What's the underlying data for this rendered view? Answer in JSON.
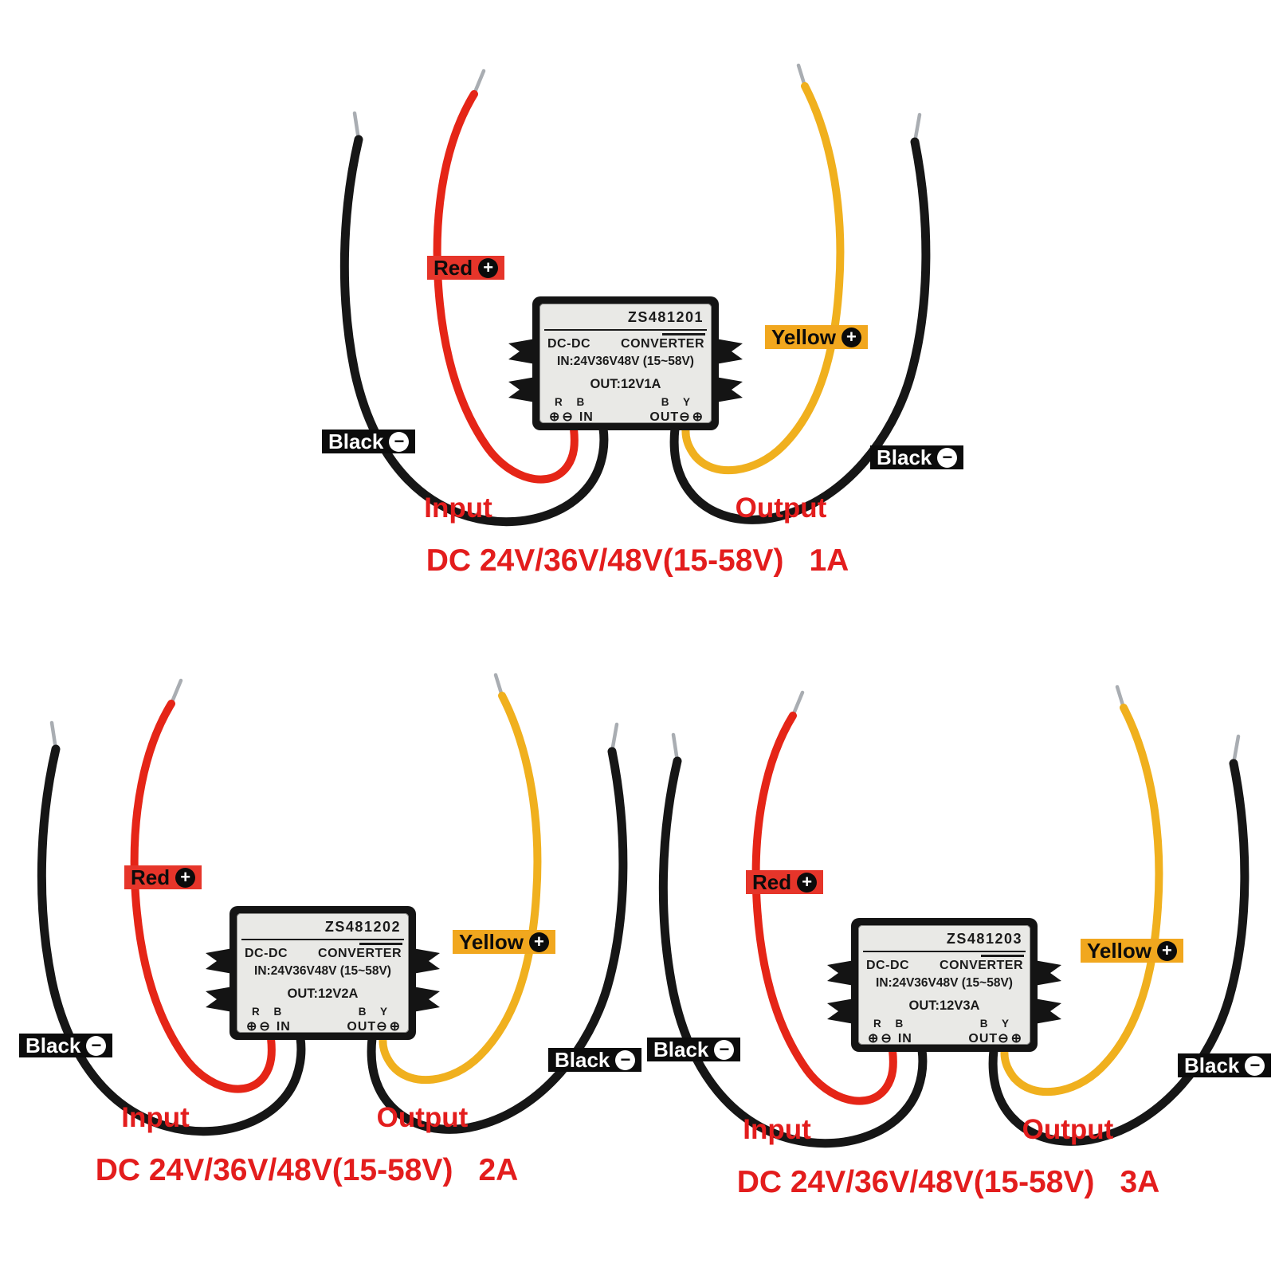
{
  "colors": {
    "wire_red": "#e52517",
    "wire_yellow": "#f0b01e",
    "wire_black": "#161616",
    "wire_tip_silver": "#a9adb2",
    "label_red_bg": "#e6352a",
    "label_yellow_bg": "#f1a71e",
    "label_black_bg": "#0c0c0c",
    "caption_red": "#e31d1d",
    "sticker_bg": "#e9e9e6",
    "module_body": "#141414"
  },
  "icons": {
    "plus": "+",
    "minus": "−"
  },
  "units": [
    {
      "model": "ZS481201",
      "type_left": "DC-DC",
      "type_right": "CONVERTER",
      "in_spec": "IN:24V36V48V (15~58V)",
      "out_spec": "OUT:12V1A",
      "in_letters": "R B",
      "in_symbols": "⊕⊖",
      "in_label": "IN",
      "out_letters": "B Y",
      "out_label": "OUT",
      "out_symbols": "⊖⊕",
      "red_label": "Red",
      "yellow_label": "Yellow",
      "black_label": "Black",
      "input_caption": "Input",
      "output_caption": "Output",
      "spec_caption": "DC 24V/36V/48V(15-58V)",
      "current_caption": "1A"
    },
    {
      "model": "ZS481202",
      "type_left": "DC-DC",
      "type_right": "CONVERTER",
      "in_spec": "IN:24V36V48V (15~58V)",
      "out_spec": "OUT:12V2A",
      "in_letters": "R B",
      "in_symbols": "⊕⊖",
      "in_label": "IN",
      "out_letters": "B Y",
      "out_label": "OUT",
      "out_symbols": "⊖⊕",
      "red_label": "Red",
      "yellow_label": "Yellow",
      "black_label": "Black",
      "input_caption": "Input",
      "output_caption": "Output",
      "spec_caption": "DC 24V/36V/48V(15-58V)",
      "current_caption": "2A"
    },
    {
      "model": "ZS481203",
      "type_left": "DC-DC",
      "type_right": "CONVERTER",
      "in_spec": "IN:24V36V48V (15~58V)",
      "out_spec": "OUT:12V3A",
      "in_letters": "R B",
      "in_symbols": "⊕⊖",
      "in_label": "IN",
      "out_letters": "B Y",
      "out_label": "OUT",
      "out_symbols": "⊖⊕",
      "red_label": "Red",
      "yellow_label": "Yellow",
      "black_label": "Black",
      "input_caption": "Input",
      "output_caption": "Output",
      "spec_caption": "DC 24V/36V/48V(15-58V)",
      "current_caption": "3A"
    }
  ]
}
